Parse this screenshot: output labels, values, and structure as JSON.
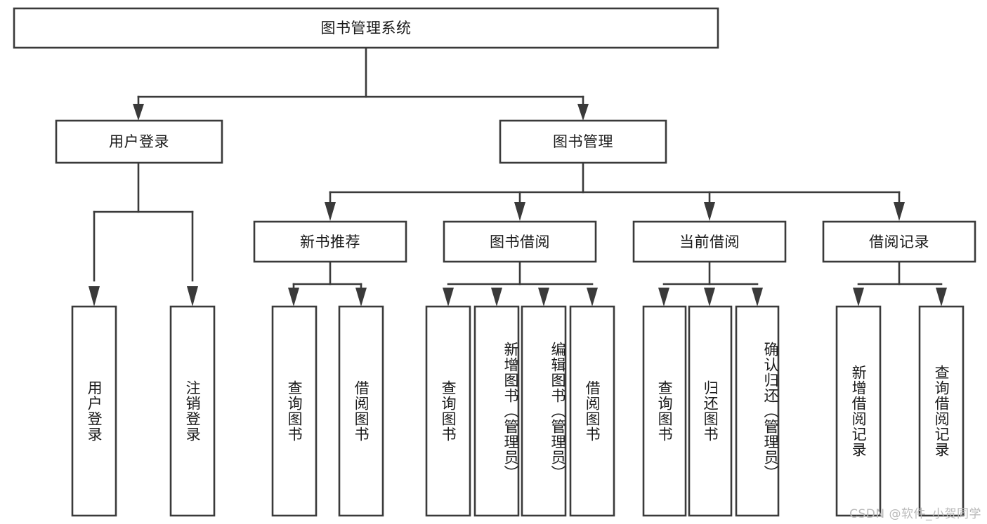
{
  "diagram": {
    "type": "tree",
    "orientation": "top-down",
    "title": "图书管理系统",
    "watermark": "CSDN @软件_小贺同学",
    "style": {
      "box_fill": "#ffffff",
      "box_stroke": "#3a3a3a",
      "text_color": "#1a1a1a",
      "watermark_color": "#b9b9b9",
      "background": "#ffffff"
    },
    "root": {
      "label": "图书管理系统"
    },
    "level2": [
      {
        "label": "用户登录"
      },
      {
        "label": "图书管理"
      }
    ],
    "level3": [
      {
        "label": "新书推荐"
      },
      {
        "label": "图书借阅"
      },
      {
        "label": "当前借阅"
      },
      {
        "label": "借阅记录"
      }
    ],
    "leaves": {
      "user_login": [
        {
          "label": "用户登录"
        },
        {
          "label": "注销登录"
        }
      ],
      "new_book_recommend": [
        {
          "label": "查询图书"
        },
        {
          "label": "借阅图书"
        }
      ],
      "book_borrow": [
        {
          "label": "查询图书"
        },
        {
          "label": "新增图书（管理员）"
        },
        {
          "label": "编辑图书（管理员）"
        },
        {
          "label": "借阅图书"
        }
      ],
      "current_borrow": [
        {
          "label": "查询图书"
        },
        {
          "label": "归还图书"
        },
        {
          "label": "确认归还（管理员）"
        }
      ],
      "borrow_record": [
        {
          "label": "新增借阅记录"
        },
        {
          "label": "查询借阅记录"
        }
      ]
    }
  }
}
